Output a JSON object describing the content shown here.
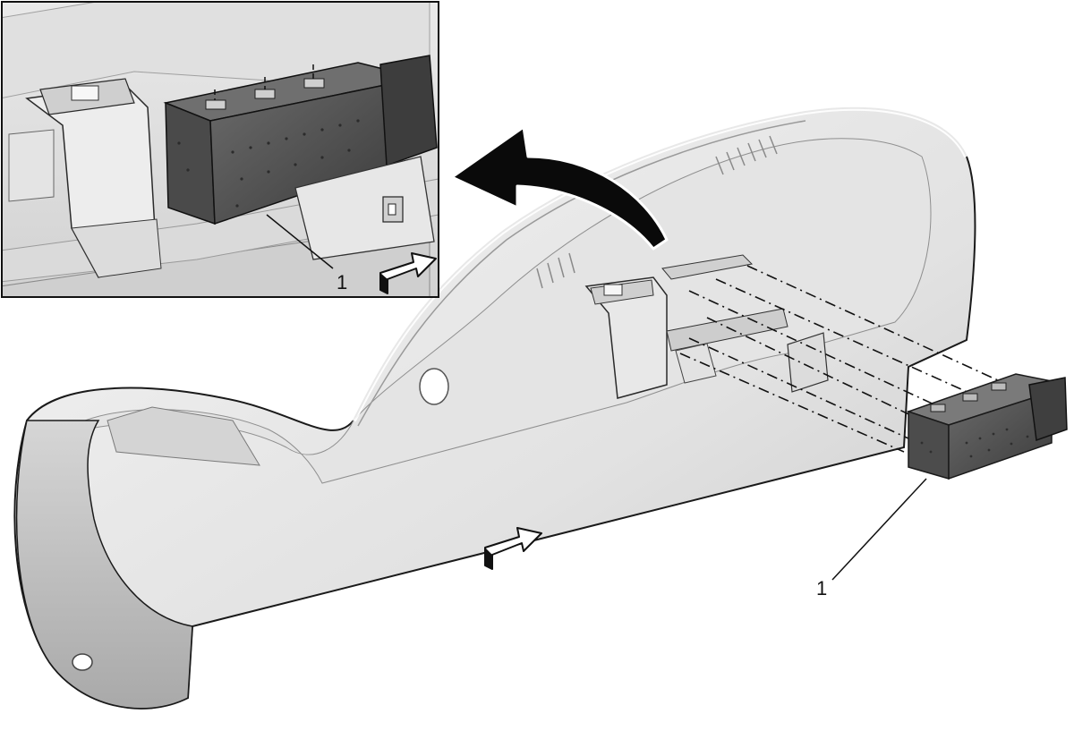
{
  "diagram": {
    "callouts": [
      {
        "id": "inset",
        "label": "1"
      },
      {
        "id": "main",
        "label": "1"
      }
    ],
    "colors": {
      "outline": "#1a1a1a",
      "panel_light": "#ececec",
      "panel_mid": "#d9d9d9",
      "panel_shadow": "#bdbdbd",
      "module": "#555555",
      "module_dark": "#3a3a3a",
      "arrow_fill": "#0a0a0a"
    },
    "icons": {
      "direction_arrow": "forward-direction-arrow-icon",
      "removal_arrow": "curved-removal-arrow-icon"
    }
  }
}
